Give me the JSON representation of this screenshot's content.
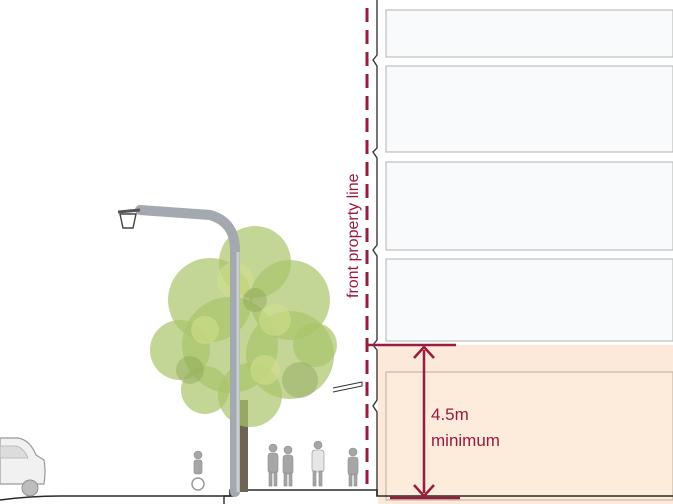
{
  "labels": {
    "property_line": "front property line",
    "dimension_value": "4.5m",
    "dimension_note": "minimum"
  },
  "colors": {
    "accent": "#9b1b3c",
    "ground_floor_fill": "#fde9d9",
    "tree_green": "#a9c46a",
    "pole_gray": "#9aa0a6",
    "building_line": "#b9b9b9"
  }
}
